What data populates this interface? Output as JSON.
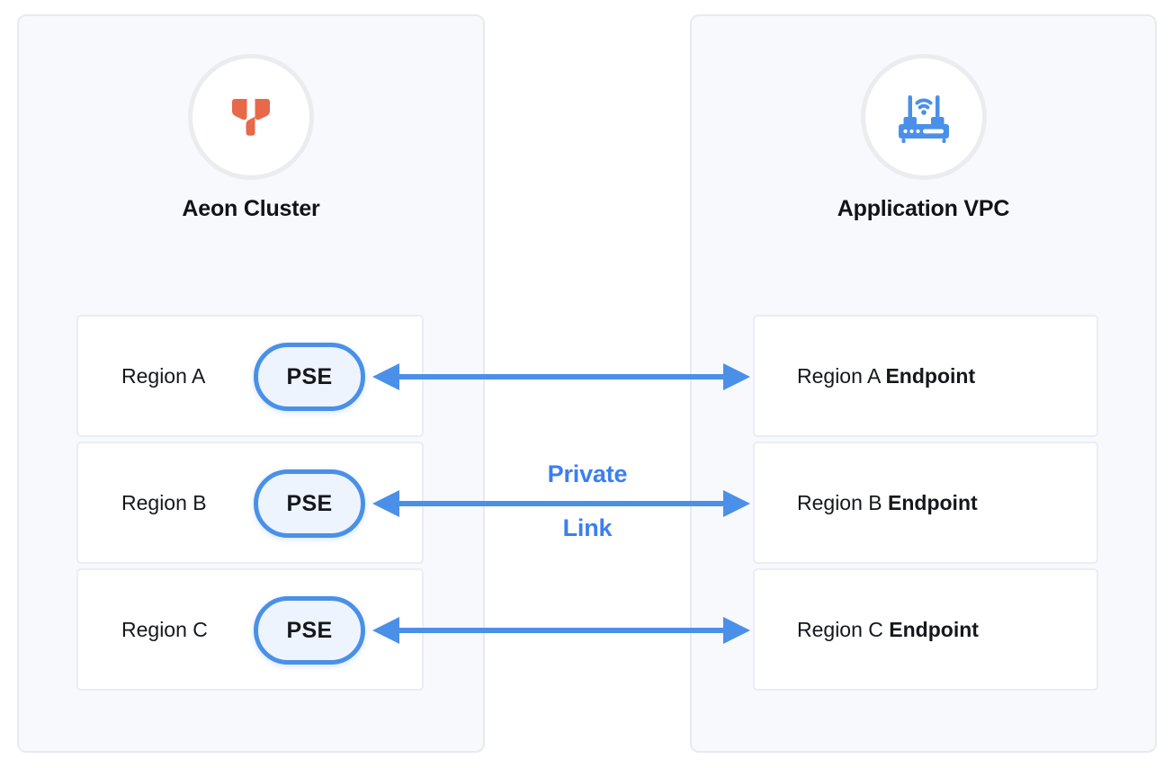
{
  "colors": {
    "panel_bg": "#f8f9fc",
    "panel_border": "#e8eaf0",
    "accent_blue": "#3b7ff0",
    "pse_border": "#4a90e8",
    "pse_fill": "#eef4fd",
    "logo_orange": "#e8694a",
    "router_blue": "#4a90e8",
    "text_dark": "#15171c",
    "box_border": "#eaedf2"
  },
  "left_panel": {
    "title": "Aeon Cluster",
    "icon": "aeon-logo-icon",
    "rows": [
      {
        "region_label": "Region A",
        "node_label": "PSE"
      },
      {
        "region_label": "Region B",
        "node_label": "PSE"
      },
      {
        "region_label": "Region C",
        "node_label": "PSE"
      }
    ]
  },
  "right_panel": {
    "title": "Application VPC",
    "icon": "router-icon",
    "rows": [
      {
        "region_label": "Region A ",
        "endpoint_label": "Endpoint"
      },
      {
        "region_label": "Region B ",
        "endpoint_label": "Endpoint"
      },
      {
        "region_label": "Region C ",
        "endpoint_label": "Endpoint"
      }
    ]
  },
  "connection": {
    "caption_line1": "Private",
    "caption_line2": "Link",
    "arrow_style": "double-headed",
    "count": 3
  }
}
